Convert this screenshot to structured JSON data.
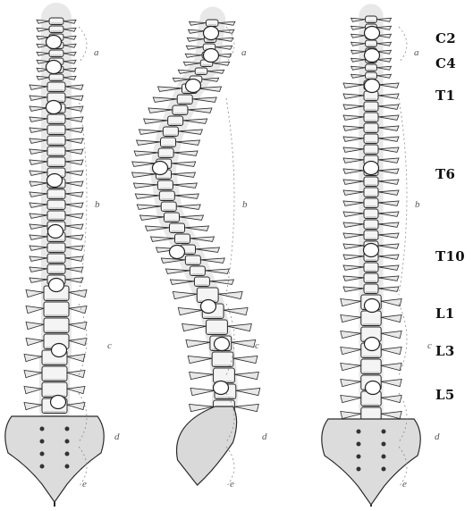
{
  "colors": {
    "ink": "#2a2a2a",
    "bone_fill": "#f4f4f4",
    "marker_fill": "#ffffff",
    "marker_stroke": "#222222",
    "label": "#111111"
  },
  "views": [
    {
      "name": "anterior-view",
      "letters": [
        "a",
        "b",
        "c",
        "d",
        "e"
      ]
    },
    {
      "name": "lateral-view",
      "letters": [
        "a",
        "b",
        "c",
        "d",
        "e"
      ]
    },
    {
      "name": "posterior-view",
      "letters": [
        "a",
        "b",
        "c",
        "d",
        "e"
      ]
    }
  ],
  "vertebra_labels": [
    "C2",
    "C4",
    "T1",
    "T6",
    "T10",
    "L1",
    "L3",
    "L5"
  ]
}
